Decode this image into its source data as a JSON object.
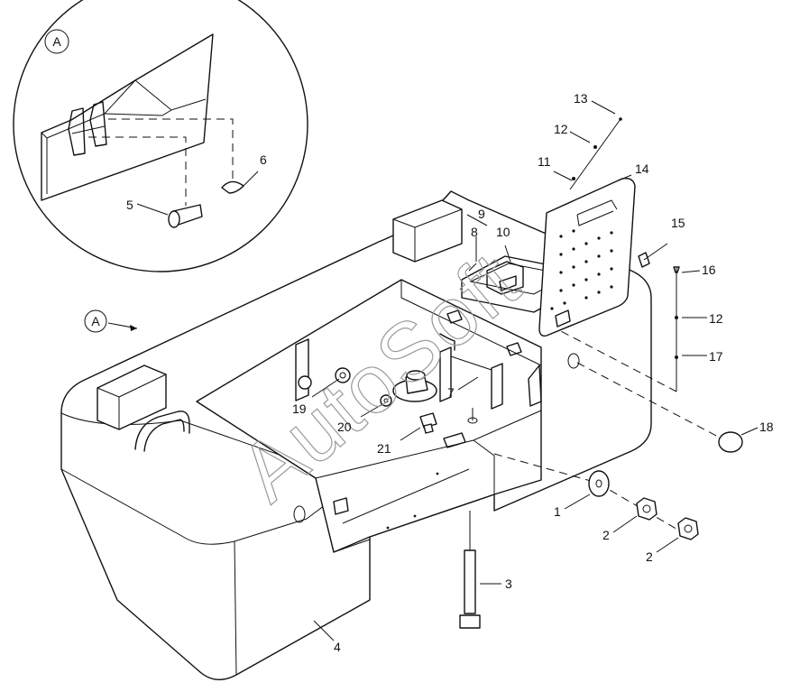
{
  "watermark": "AutoSoft",
  "detail_marker": "A",
  "view_marker": "A",
  "callouts": [
    {
      "id": "c1",
      "text": "1"
    },
    {
      "id": "c2a",
      "text": "2"
    },
    {
      "id": "c2b",
      "text": "2"
    },
    {
      "id": "c3",
      "text": "3"
    },
    {
      "id": "c4",
      "text": "4"
    },
    {
      "id": "c5",
      "text": "5"
    },
    {
      "id": "c6",
      "text": "6"
    },
    {
      "id": "c7",
      "text": "7"
    },
    {
      "id": "c8",
      "text": "8"
    },
    {
      "id": "c9",
      "text": "9"
    },
    {
      "id": "c10",
      "text": "10"
    },
    {
      "id": "c11",
      "text": "11"
    },
    {
      "id": "c12a",
      "text": "12"
    },
    {
      "id": "c12b",
      "text": "12"
    },
    {
      "id": "c13",
      "text": "13"
    },
    {
      "id": "c14",
      "text": "14"
    },
    {
      "id": "c15",
      "text": "15"
    },
    {
      "id": "c16",
      "text": "16"
    },
    {
      "id": "c17",
      "text": "17"
    },
    {
      "id": "c18",
      "text": "18"
    },
    {
      "id": "c19",
      "text": "19"
    },
    {
      "id": "c20",
      "text": "20"
    },
    {
      "id": "c21",
      "text": "21"
    }
  ]
}
